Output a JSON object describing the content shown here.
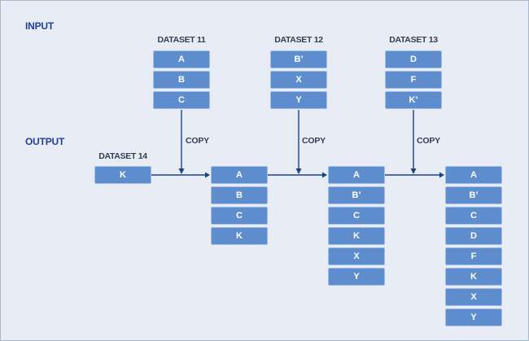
{
  "section_labels": {
    "input": "INPUT",
    "output": "OUTPUT"
  },
  "copy_label": "COPY",
  "input_datasets": [
    {
      "name": "DATASET 11",
      "items": [
        "A",
        "B",
        "C"
      ]
    },
    {
      "name": "DATASET 12",
      "items": [
        "B’",
        "X",
        "Y"
      ]
    },
    {
      "name": "DATASET 13",
      "items": [
        "D",
        "F",
        "K’"
      ]
    }
  ],
  "seed_dataset": {
    "name": "DATASET 14",
    "items": [
      "K"
    ]
  },
  "output_stacks": [
    {
      "items": [
        "A",
        "B",
        "C",
        "K"
      ]
    },
    {
      "items": [
        "A",
        "B’",
        "C",
        "K",
        "X",
        "Y"
      ]
    },
    {
      "items": [
        "A",
        "B’",
        "C",
        "D",
        "F",
        "K",
        "X",
        "Y"
      ]
    }
  ],
  "colors": {
    "background": "#e8ecf4",
    "frame_border": "#a9b7cf",
    "box_fill": "#5e8dce",
    "box_border": "#9fbde6",
    "box_text": "#ffffff",
    "section_label_text": "#21409a",
    "dataset_label_text": "#333e52",
    "arrow": "#1b4283"
  }
}
